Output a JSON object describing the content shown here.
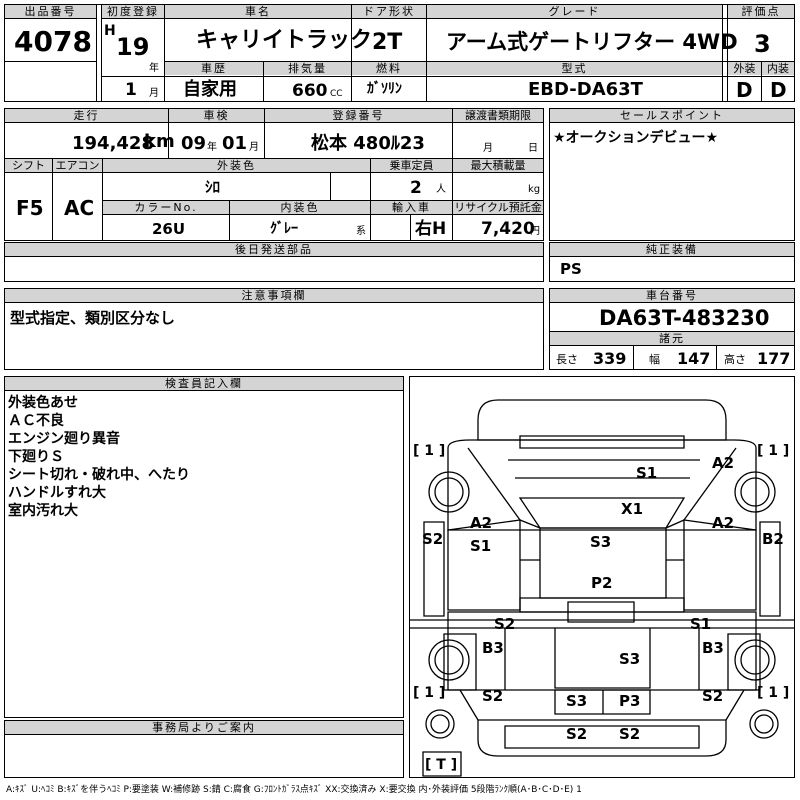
{
  "header": {
    "lot_label": "出品番号",
    "lot_value": "4078",
    "first_reg_label": "初度登録",
    "era_mark": "H",
    "first_reg_year": "19",
    "year_unit": "年",
    "first_reg_month": "1",
    "month_unit": "月",
    "name_label": "車名",
    "name_value": "キャリイトラック",
    "history_label": "車歴",
    "history_value": "自家用",
    "displacement_label": "排気量",
    "displacement_value": "660",
    "displacement_unit": "CC",
    "door_label": "ドア形状",
    "door_value": "2T",
    "fuel_label": "燃料",
    "fuel_value": "ｶﾞｿﾘﾝ",
    "grade_label": "グレード",
    "grade_value": "アーム式ゲートリフター 4WD",
    "model_label": "型式",
    "model_value": "EBD-DA63T",
    "score_label": "評価点",
    "score_value": "3",
    "exterior_label": "外装",
    "exterior_value": "D",
    "interior_label": "内装",
    "interior_value": "D"
  },
  "row2": {
    "mileage_label": "走行",
    "mileage_value": "194,428",
    "mileage_unit": "km",
    "inspection_label": "車検",
    "inspection_year": "09",
    "inspection_year_unit": "年",
    "inspection_month": "01",
    "inspection_month_unit": "月",
    "plate_label": "登録番号",
    "plate_value": "松本 480ﾙ23",
    "transfer_label": "譲渡書類期限",
    "transfer_month_unit": "月",
    "transfer_day_unit": "日",
    "sales_label": "セールスポイント",
    "sales_value": "★オークションデビュー★"
  },
  "row3": {
    "shift_label": "シフト",
    "shift_value": "F5",
    "ac_label": "エアコン",
    "ac_value": "AC",
    "ext_color_label": "外装色",
    "ext_color_value": "ｼﾛ",
    "capacity_label": "乗車定員",
    "capacity_value": "2",
    "capacity_unit": "人",
    "load_label": "最大積載量",
    "load_unit": "kg",
    "color_no_label": "カラーNo.",
    "color_no_value": "26U",
    "int_color_label": "内装色",
    "int_color_value": "ｸﾞﾚｰ",
    "int_color_unit": "系",
    "import_label": "輸入車",
    "import_value": "右H",
    "recycle_label": "リサイクル預託金",
    "recycle_value": "7,420",
    "recycle_unit": "円"
  },
  "deferred": {
    "label": "後日発送部品",
    "value": ""
  },
  "equipment": {
    "label": "純正装備",
    "value": "PS"
  },
  "notes": {
    "label": "注意事項欄",
    "value": "型式指定、類別区分なし"
  },
  "chassis": {
    "label": "車台番号",
    "value": "DA63T-483230",
    "spec_label": "諸元",
    "length_label": "長さ",
    "length_value": "339",
    "width_label": "幅",
    "width_value": "147",
    "height_label": "高さ",
    "height_value": "177"
  },
  "inspector": {
    "label": "検査員記入欄",
    "remarks": [
      "外装色あせ",
      "ＡＣ不良",
      "エンジン廻り異音",
      "下廻りＳ",
      "シート切れ・破れ中、へたり",
      "ハンドルすれ大",
      "室内汚れ大"
    ]
  },
  "office": {
    "label": "事務局よりご案内",
    "value": ""
  },
  "diagram": {
    "brackets": {
      "front_left": "[ 1 ]",
      "front_right": "[ 1 ]",
      "rear_left": "[ 1 ]",
      "rear_right": "[ 1 ]",
      "tailgate": "[ T ]"
    },
    "marks": {
      "hood": "S1",
      "front_right_fender": "A2",
      "windshield": "X1",
      "left_door_a": "A2",
      "left_door_b": "S1",
      "left_rocker": "S2",
      "right_door": "A2",
      "right_rocker": "B2",
      "roof": "S3",
      "cabin_back": "P2",
      "left_bed_edge": "S2",
      "right_bed_edge": "S1",
      "bed_floor": "S3",
      "left_rear_fender": "B3",
      "left_rear_side": "S2",
      "right_rear_fender": "B3",
      "right_rear_side": "S2",
      "gate_left": "S3",
      "gate_right": "P3",
      "bumper_left": "S2",
      "bumper_right": "S2"
    }
  },
  "legend": {
    "text": "A:ｷｽﾞ U:ﾍｺﾐ B:ｷｽﾞを伴うﾍｺﾐ P:要塗装 W:補修跡 S:錆 C:腐食 G:ﾌﾛﾝﾄｶﾞﾗｽ点ｷｽﾞ XX:交換済み X:要交換 内･外装評価 5段階ﾗﾝｸ順(A･B･C･D･E) 1"
  }
}
